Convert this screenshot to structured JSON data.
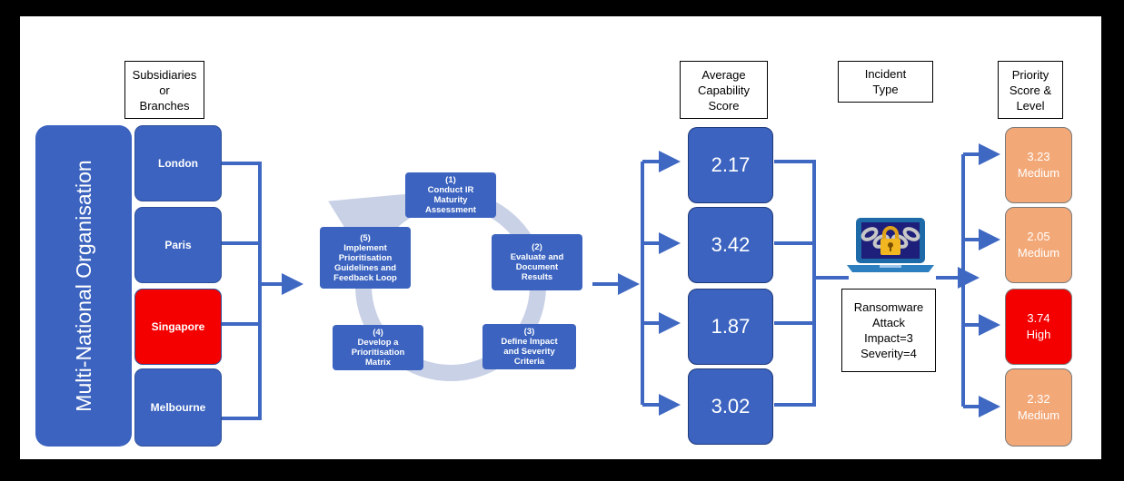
{
  "headers": {
    "subsidiaries": "Subsidiaries\nor\nBranches",
    "capability": "Average\nCapability\nScore",
    "incident_type": "Incident\nType",
    "priority": "Priority\nScore &\nLevel"
  },
  "organisation": "Multi-National Organisation",
  "branches": [
    {
      "label": "London",
      "color": "#3b63bf"
    },
    {
      "label": "Paris",
      "color": "#3b63bf"
    },
    {
      "label": "Singapore",
      "color": "#f40000"
    },
    {
      "label": "Melbourne",
      "color": "#3b63bf"
    }
  ],
  "cycle_steps": [
    "(1)\nConduct IR\nMaturity\nAssessment",
    "(2)\nEvaluate and\nDocument\nResults",
    "(3)\nDefine Impact\nand Severity\nCriteria",
    "(4)\nDevelop a\nPrioritisation\nMatrix",
    "(5)\nImplement\nPrioritisation\nGuidelines and\nFeedback Loop"
  ],
  "capability_scores": [
    "2.17",
    "3.42",
    "1.87",
    "3.02"
  ],
  "incident": {
    "icon": "ransomware-laptop-icon",
    "text": "Ransomware\nAttack\nImpact=3\nSeverity=4"
  },
  "priorities": [
    {
      "text": "3.23\nMedium",
      "color": "#f3a877"
    },
    {
      "text": "2.05\nMedium",
      "color": "#f3a877"
    },
    {
      "text": "3.74\nHigh",
      "color": "#f40000"
    },
    {
      "text": "2.32\nMedium",
      "color": "#f3a877"
    }
  ],
  "colors": {
    "primary": "#3b63bf",
    "cycle_ring": "#c9d1e6",
    "connector": "#3f68c2"
  }
}
